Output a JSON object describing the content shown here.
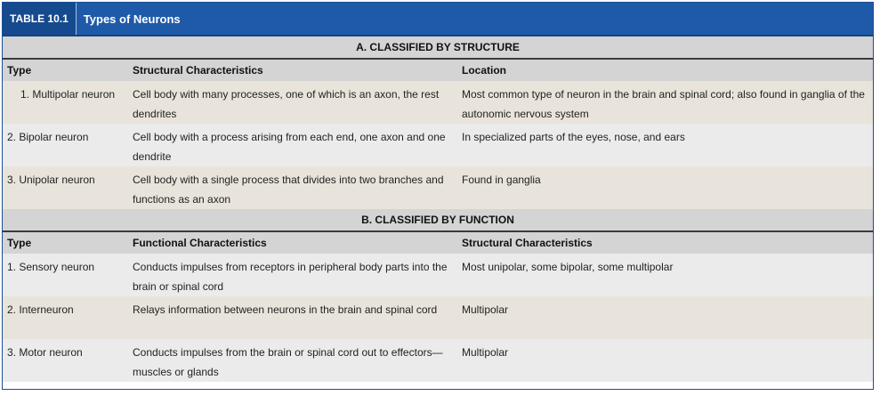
{
  "table": {
    "number": "TABLE 10.1",
    "title": "Types of Neurons"
  },
  "sectionA": {
    "title": "A. CLASSIFIED BY STRUCTURE",
    "headers": [
      "Type",
      "Structural Characteristics",
      "Location"
    ],
    "rows": [
      [
        "1. Multipolar neuron",
        "Cell body with many processes, one of which is an axon, the rest dendrites",
        "Most common type of neuron in the brain and spinal cord; also found in ganglia of the autonomic nervous system"
      ],
      [
        "2. Bipolar neuron",
        "Cell body with a process arising from each end, one axon and one dendrite",
        "In specialized parts of the eyes, nose, and ears"
      ],
      [
        "3. Unipolar neuron",
        "Cell body with a single process that divides into two branches and functions as an axon",
        "Found in ganglia"
      ]
    ]
  },
  "sectionB": {
    "title": "B. CLASSIFIED BY FUNCTION",
    "headers": [
      "Type",
      "Functional Characteristics",
      "Structural Characteristics"
    ],
    "rows": [
      [
        "1. Sensory neuron",
        "Conducts impulses from receptors in peripheral body parts into the brain or spinal cord",
        "Most unipolar, some bipolar, some multipolar"
      ],
      [
        "2. Interneuron",
        "Relays information between neurons in the brain and spinal cord",
        "Multipolar"
      ],
      [
        "3. Motor neuron",
        "Conducts impulses from the brain or spinal cord out to effectors—muscles or glands",
        "Multipolar"
      ]
    ]
  }
}
